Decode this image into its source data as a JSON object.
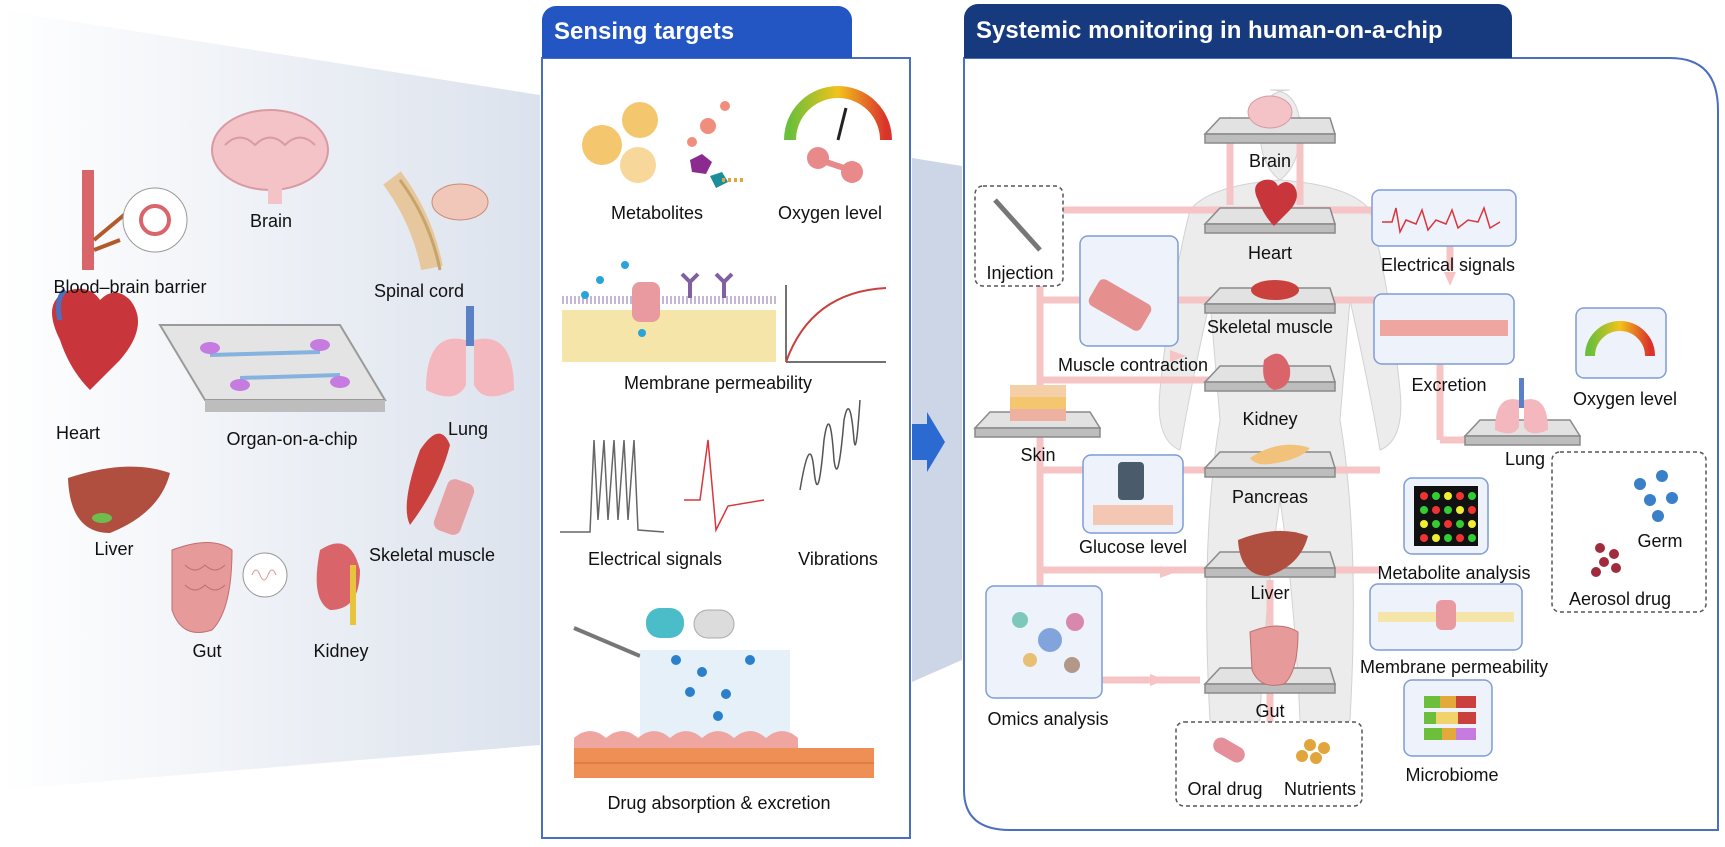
{
  "colors": {
    "header_blue": "#2356c2",
    "header_navy": "#173a7f",
    "panel_border": "#4a6fc1",
    "arrow_pink": "#f6c4c4",
    "chip_gray": "#d9d9d9",
    "wedge": "#dde3ee"
  },
  "organs_panel": {
    "labels": {
      "bbb": "Blood–brain barrier",
      "brain": "Brain",
      "spinal_cord": "Spinal cord",
      "heart": "Heart",
      "organ_chip": "Organ-on-a-chip",
      "lung": "Lung",
      "liver": "Liver",
      "skeletal_muscle": "Skeletal muscle",
      "gut": "Gut",
      "kidney": "Kidney"
    }
  },
  "sensing_panel": {
    "title": "Sensing targets",
    "labels": {
      "metabolites": "Metabolites",
      "oxygen": "Oxygen level",
      "membrane": "Membrane permeability",
      "electrical": "Electrical signals",
      "vibrations": "Vibrations",
      "drug": "Drug absorption & excretion"
    }
  },
  "systemic_panel": {
    "title": "Systemic monitoring in human-on-a-chip",
    "labels": {
      "brain": "Brain",
      "heart": "Heart",
      "skeletal_muscle": "Skeletal muscle",
      "kidney": "Kidney",
      "pancreas": "Pancreas",
      "liver": "Liver",
      "gut": "Gut",
      "skin": "Skin",
      "lung": "Lung",
      "injection": "Injection",
      "muscle_contraction": "Muscle contraction",
      "glucose": "Glucose level",
      "omics": "Omics analysis",
      "oral_drug": "Oral drug",
      "nutrients": "Nutrients",
      "electrical": "Electrical signals",
      "excretion": "Excretion",
      "oxygen": "Oxygen level",
      "metabolite_analysis": "Metabolite analysis",
      "membrane": "Membrane permeability",
      "microbiome": "Microbiome",
      "germ": "Germ",
      "aerosol": "Aerosol drug"
    }
  }
}
